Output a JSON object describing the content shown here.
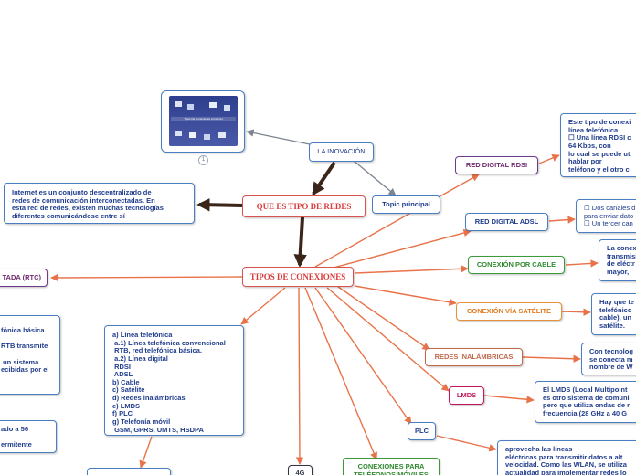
{
  "colors": {
    "link": "#e8734a",
    "dark_arrow": "#3b2418",
    "gray_arrow": "#7d8593",
    "red_text": "#d93a3a",
    "blue_text": "#1f3c8c",
    "green_text": "#2f8a2f",
    "orange_text": "#e07b1f",
    "purple_text": "#6e2a6e"
  },
  "image_node": {
    "icon": "slide-thumbnail-image",
    "caption": "Tipos De Conexiones a Internet",
    "counter": "1"
  },
  "nodes": {
    "inovacion": "LA INOVACIÓN",
    "que_es": "QUE ES TIPO DE REDES",
    "tipos": "TIPOS DE CONEXIONES",
    "topic": "Topic principal",
    "internet_def": "Internet es un conjunto descentralizado de\nredes de comunicación interconectadas. En\nesta red de redes, existen muchas tecnologías\ndiferentes comunicándose entre sí",
    "rtc": "TADA (RTC)",
    "rdsi": "RED DIGITAL RDSI",
    "adsl": "RED DIGITAL ADSL",
    "cable": "CONEXIÓN POR CABLE",
    "satelite": "CONEXIÓN VÍA SATÉLITE",
    "inalambricas": "REDES INALÁMBRICAS",
    "lmds": "LMDS",
    "plc": "PLC",
    "moviles": "CONEXIONES PARA\nTELÉFONOS MÓVILES",
    "g4": "4G",
    "lista": "a) Línea telefónica\n a.1) Línea telefónica convencional\n RTB, red telefónica básica.\n a.2) Línea digital\n RDSI\n ADSL\nb) Cable\nc) Satélite\nd) Redes inalámbricas\ne) LMDS\nf) PLC\ng) Telefonía móvil\n GSM, GPRS, UMTS, HSDPA",
    "rdsi_desc": "Este tipo de conexi\nlínea telefónica\n☐ Una línea RDSI c\n64 Kbps, con\nlo cual se puede ut\nhablar por\nteléfono y el otro c",
    "adsl_desc": "☐ Dos canales d\npara enviar dato\n☐ Un tercer can",
    "cable_desc": "La conex\ntransmisi\nde eléctr\nmayor,",
    "satelite_desc": "Hay que te\ntelefónico\ncable), un\nsatélite.",
    "inalambricas_desc": "Con tecnolog\nse conecta m\nnombre de W",
    "lmds_desc": "El LMDS (Local Multipoint\nes otro sistema de comuni\npero que utiliza ondas de r\nfrecuencia (28 GHz a 40 G",
    "plc_desc": "aprovecha las líneas\neléctricas para transmitir datos a alt\nvelocidad. Como las WLAN, se utiliza\nactualidad para implementar redes lo",
    "rtb_desc": "fónica básica\n\nRTB transmite\n\n un sistema\necibidas por el",
    "left_bottom": "ado a 56\n\nermitente"
  }
}
